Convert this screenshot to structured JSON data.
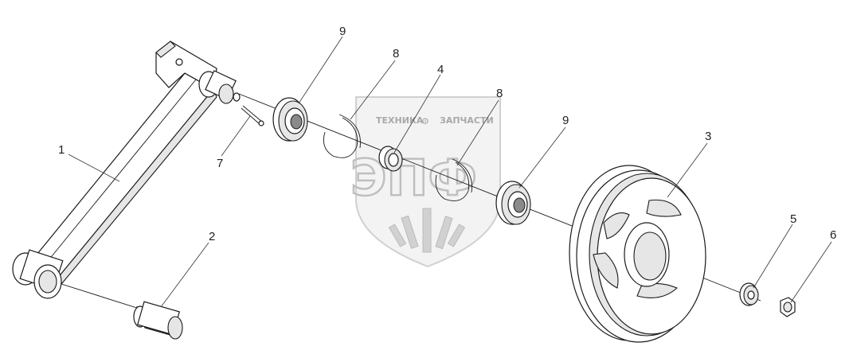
{
  "watermark": {
    "left_text": "ТЕХНИКА",
    "right_text": "ЗАПЧАСТИ",
    "big_text": "ЭПФ"
  },
  "callouts": [
    "1",
    "2",
    "3",
    "4",
    "5",
    "6",
    "7",
    "8",
    "8",
    "9",
    "9"
  ]
}
